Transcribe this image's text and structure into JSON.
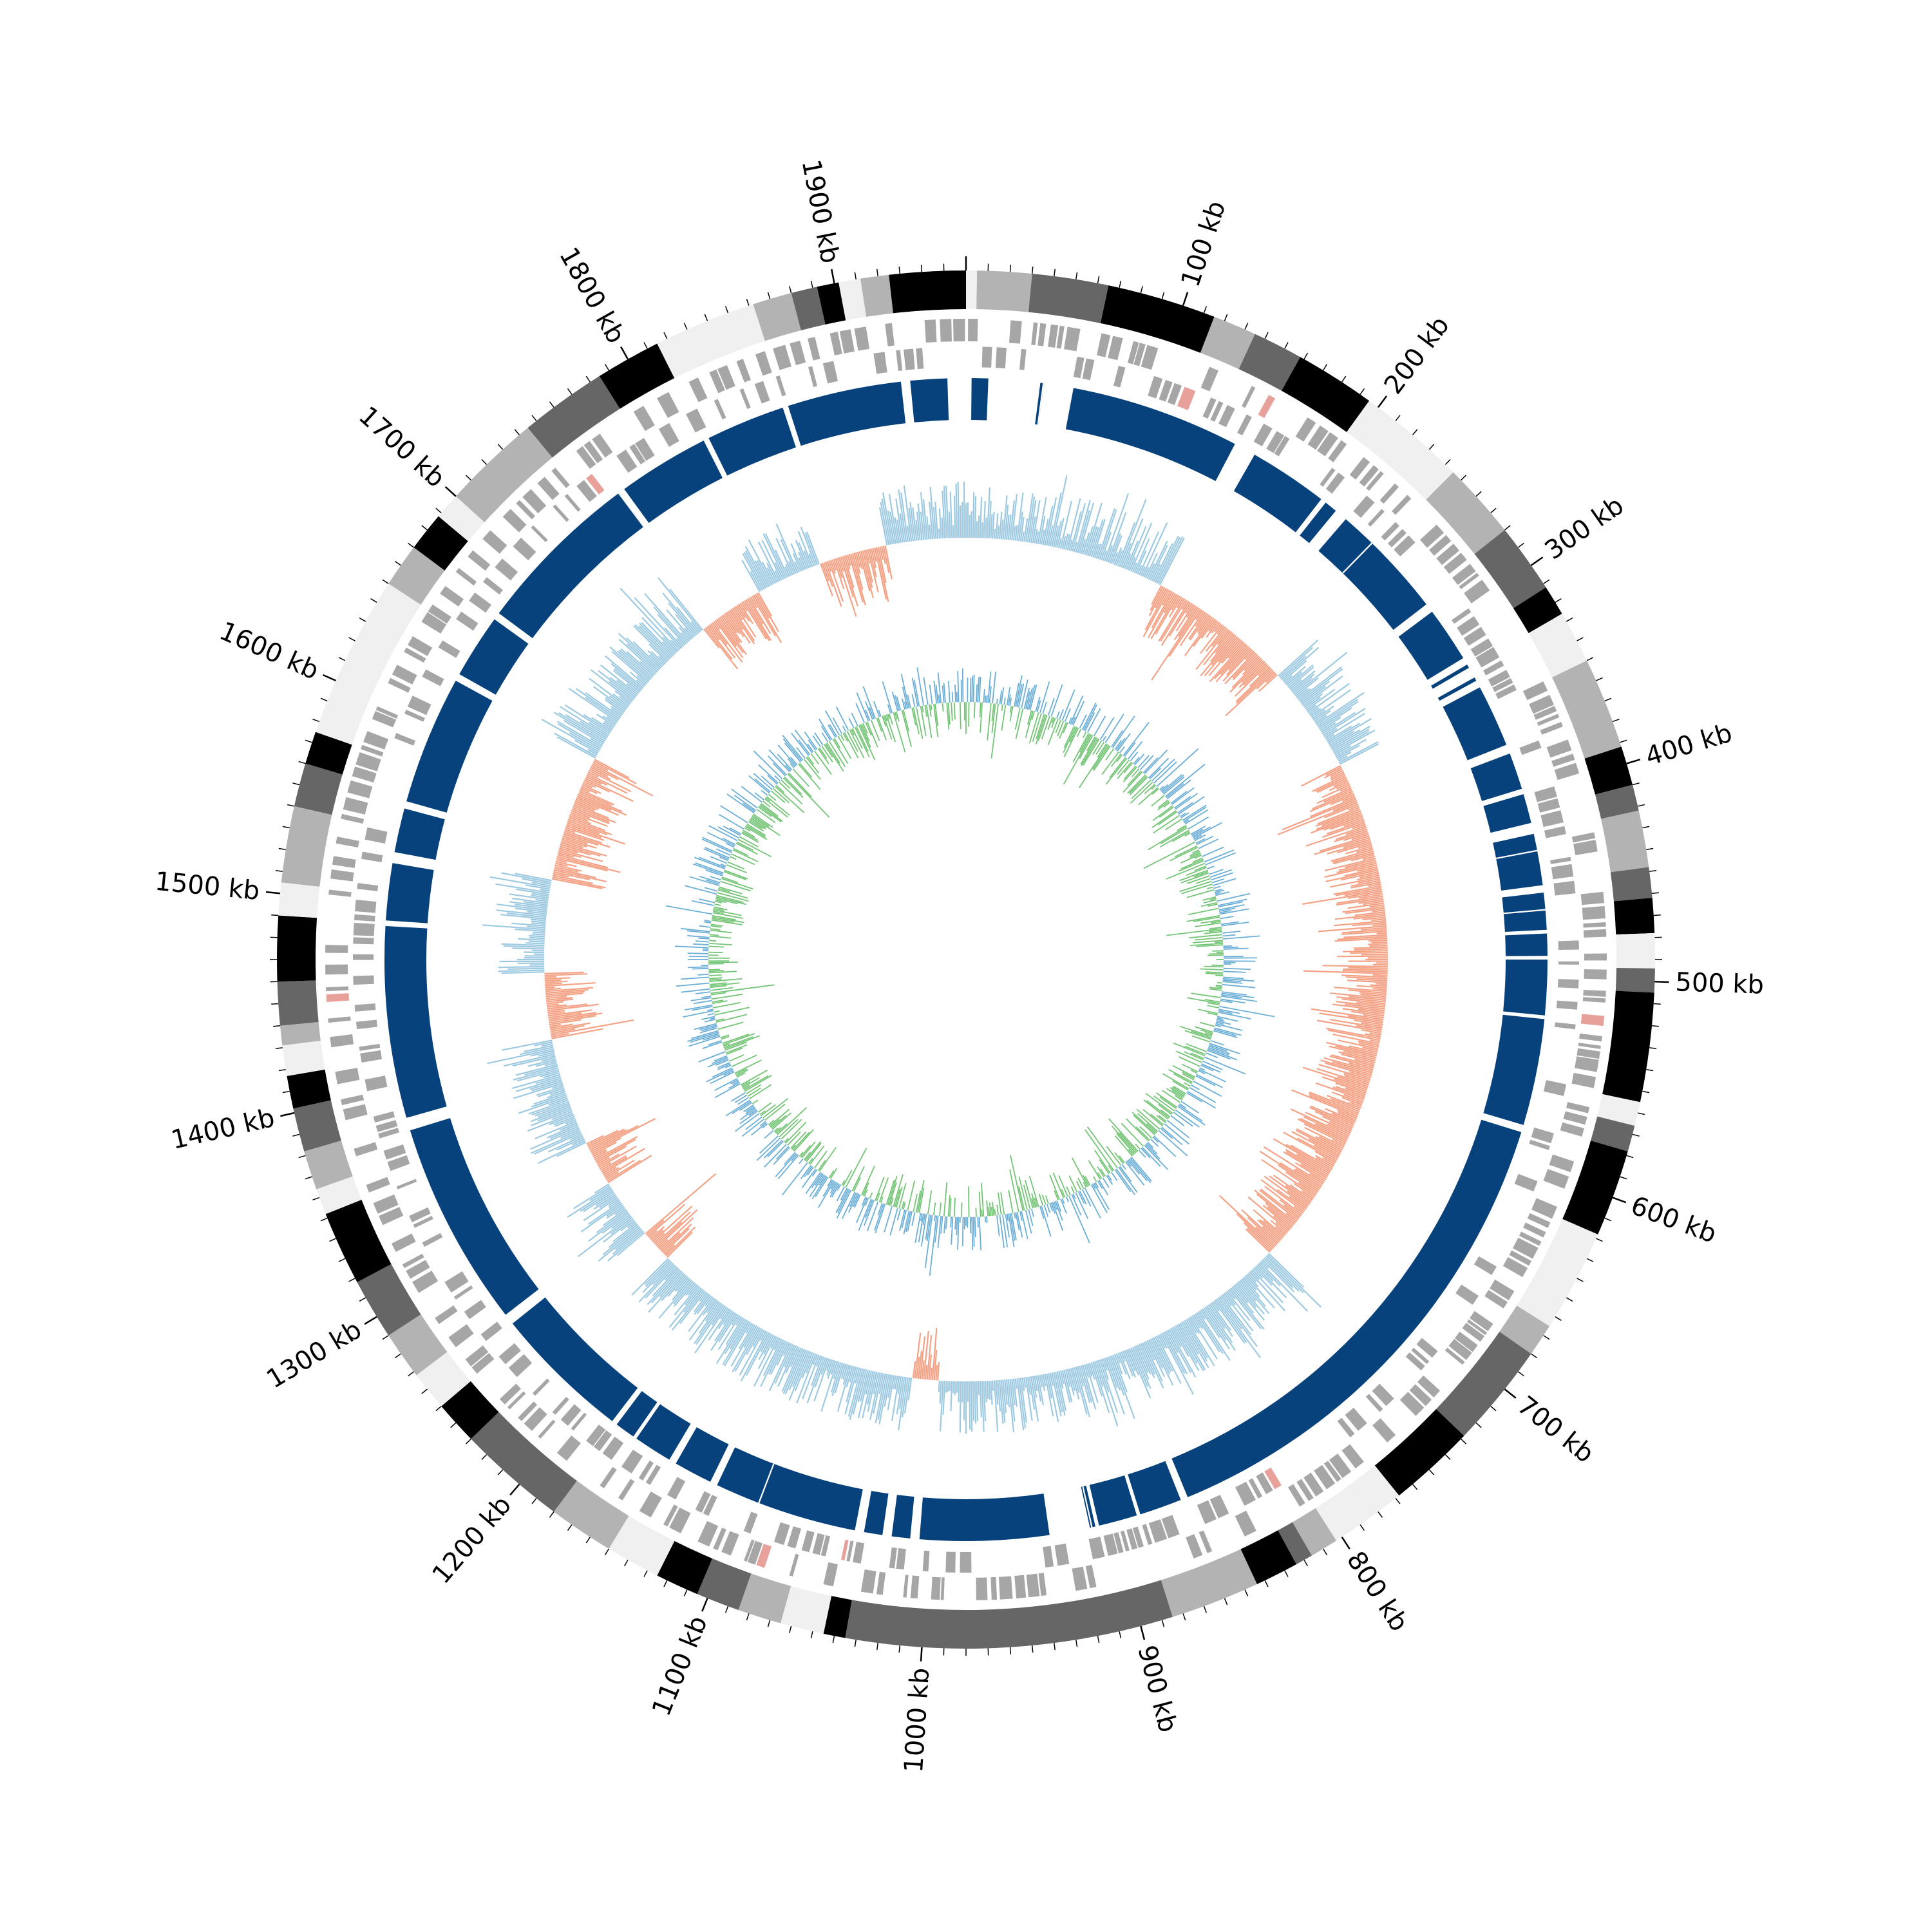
{
  "chart_data": {
    "type": "circular-genome",
    "genome_length_kb": 1960,
    "axis": {
      "labeled_ticks_kb": [
        0,
        100,
        200,
        300,
        400,
        500,
        600,
        700,
        800,
        900,
        1000,
        1100,
        1200,
        1300,
        1400,
        1500,
        1600,
        1700,
        1800,
        1900
      ],
      "labels": [
        "",
        "100 kb",
        "200 kb",
        "300 kb",
        "400 kb",
        "500 kb",
        "600 kb",
        "700 kb",
        "800 kb",
        "900 kb",
        "1000 kb",
        "1100 kb",
        "1200 kb",
        "1300 kb",
        "1400 kb",
        "1500 kb",
        "1600 kb",
        "1700 kb",
        "1800 kb",
        "1900 kb"
      ],
      "minor_tick_interval_kb": 10
    },
    "tracks": {
      "bands": {
        "description_colors": [
          "#000000",
          "#666666",
          "#b3b3b3",
          "#f0f0f0"
        ],
        "segments": [
          [
            0,
            5,
            "#f0f0f0"
          ],
          [
            5,
            30,
            "#b3b3b3"
          ],
          [
            30,
            65,
            "#666666"
          ],
          [
            65,
            115,
            "#000000"
          ],
          [
            115,
            135,
            "#b3b3b3"
          ],
          [
            135,
            158,
            "#666666"
          ],
          [
            158,
            195,
            "#000000"
          ],
          [
            195,
            245,
            "#f0f0f0"
          ],
          [
            245,
            280,
            "#b3b3b3"
          ],
          [
            280,
            312,
            "#666666"
          ],
          [
            312,
            326,
            "#000000"
          ],
          [
            326,
            350,
            "#f0f0f0"
          ],
          [
            350,
            392,
            "#b3b3b3"
          ],
          [
            392,
            410,
            "#000000"
          ],
          [
            410,
            422,
            "#666666"
          ],
          [
            422,
            448,
            "#b3b3b3"
          ],
          [
            448,
            462,
            "#666666"
          ],
          [
            462,
            478,
            "#000000"
          ],
          [
            478,
            494,
            "#f0f0f0"
          ],
          [
            494,
            505,
            "#666666"
          ],
          [
            505,
            555,
            "#000000"
          ],
          [
            555,
            566,
            "#f0f0f0"
          ],
          [
            566,
            578,
            "#666666"
          ],
          [
            578,
            618,
            "#000000"
          ],
          [
            618,
            665,
            "#f0f0f0"
          ],
          [
            665,
            680,
            "#b3b3b3"
          ],
          [
            680,
            728,
            "#666666"
          ],
          [
            728,
            768,
            "#000000"
          ],
          [
            768,
            803,
            "#f0f0f0"
          ],
          [
            803,
            816,
            "#b3b3b3"
          ],
          [
            816,
            824,
            "#666666"
          ],
          [
            824,
            844,
            "#000000"
          ],
          [
            844,
            885,
            "#b3b3b3"
          ],
          [
            885,
            1035,
            "#666666"
          ],
          [
            1035,
            1045,
            "#000000"
          ],
          [
            1045,
            1065,
            "#f0f0f0"
          ],
          [
            1065,
            1085,
            "#b3b3b3"
          ],
          [
            1085,
            1105,
            "#666666"
          ],
          [
            1105,
            1125,
            "#000000"
          ],
          [
            1125,
            1150,
            "#f0f0f0"
          ],
          [
            1150,
            1180,
            "#b3b3b3"
          ],
          [
            1180,
            1230,
            "#666666"
          ],
          [
            1230,
            1250,
            "#000000"
          ],
          [
            1250,
            1268,
            "#f0f0f0"
          ],
          [
            1268,
            1290,
            "#b3b3b3"
          ],
          [
            1290,
            1318,
            "#666666"
          ],
          [
            1318,
            1352,
            "#000000"
          ],
          [
            1352,
            1364,
            "#f0f0f0"
          ],
          [
            1364,
            1382,
            "#b3b3b3"
          ],
          [
            1382,
            1402,
            "#666666"
          ],
          [
            1402,
            1417,
            "#000000"
          ],
          [
            1417,
            1431,
            "#f0f0f0"
          ],
          [
            1431,
            1440,
            "#b3b3b3"
          ],
          [
            1440,
            1460,
            "#666666"
          ],
          [
            1460,
            1490,
            "#000000"
          ],
          [
            1490,
            1505,
            "#f0f0f0"
          ],
          [
            1505,
            1540,
            "#b3b3b3"
          ],
          [
            1540,
            1560,
            "#666666"
          ],
          [
            1560,
            1575,
            "#000000"
          ],
          [
            1575,
            1650,
            "#f0f0f0"
          ],
          [
            1650,
            1670,
            "#b3b3b3"
          ],
          [
            1670,
            1688,
            "#000000"
          ],
          [
            1688,
            1700,
            "#f0f0f0"
          ],
          [
            1700,
            1745,
            "#b3b3b3"
          ],
          [
            1745,
            1785,
            "#666666"
          ],
          [
            1785,
            1815,
            "#000000"
          ],
          [
            1815,
            1862,
            "#f0f0f0"
          ],
          [
            1862,
            1880,
            "#b3b3b3"
          ],
          [
            1880,
            1892,
            "#666666"
          ],
          [
            1892,
            1902,
            "#000000"
          ],
          [
            1902,
            1912,
            "#f0f0f0"
          ],
          [
            1912,
            1925,
            "#b3b3b3"
          ],
          [
            1925,
            1960,
            "#000000"
          ]
        ]
      },
      "features": {
        "forward_color": "#a6a6a6",
        "reverse_color": "#a6a6a6",
        "highlight_color": "#e8a09a"
      },
      "blocks": {
        "color": "#08427c",
        "highlight_color": "#1769aa",
        "segments": [
          [
            3,
            12
          ],
          [
            40,
            42
          ],
          [
            58,
            150
          ],
          [
            162,
            205
          ],
          [
            208,
            215
          ],
          [
            222,
            285
          ],
          [
            290,
            320
          ],
          [
            324,
            326
          ],
          [
            332,
            334
          ],
          [
            338,
            372
          ],
          [
            377,
            397
          ],
          [
            400,
            416
          ],
          [
            422,
            450
          ],
          [
            454,
            474
          ],
          [
            476,
            488
          ],
          [
            490,
            520
          ],
          [
            522,
            580
          ],
          [
            584,
            858
          ],
          [
            862,
            885
          ],
          [
            887,
            908
          ],
          [
            910,
            913
          ],
          [
            935,
            1005
          ],
          [
            1010,
            1020
          ],
          [
            1025,
            1035
          ],
          [
            1040,
            1118
          ],
          [
            1122,
            1143
          ],
          [
            1147,
            1168
          ],
          [
            1170,
            1181
          ],
          [
            1184,
            1259
          ],
          [
            1265,
            1377
          ],
          [
            1384,
            1488
          ],
          [
            1491,
            1522
          ],
          [
            1528,
            1552
          ],
          [
            1556,
            1626
          ],
          [
            1630,
            1665
          ],
          [
            1669,
            1760
          ],
          [
            1764,
            1814
          ],
          [
            1817,
            1860
          ],
          [
            1863,
            1925
          ],
          [
            1930,
            1950
          ]
        ]
      },
      "gc_skew": {
        "positive_color": "#9ecae1",
        "negative_color": "#f4a285",
        "negative_ranges_kb": [
          [
            150,
            260
          ],
          [
            340,
            730
          ],
          [
            1000,
            1020
          ],
          [
            1225,
            1250
          ],
          [
            1295,
            1330
          ],
          [
            1410,
            1460
          ],
          [
            1530,
            1625
          ],
          [
            1750,
            1800
          ],
          [
            1850,
            1900
          ]
        ]
      },
      "gc_content": {
        "positive_color": "#6baed6",
        "negative_color": "#74c476"
      }
    }
  }
}
